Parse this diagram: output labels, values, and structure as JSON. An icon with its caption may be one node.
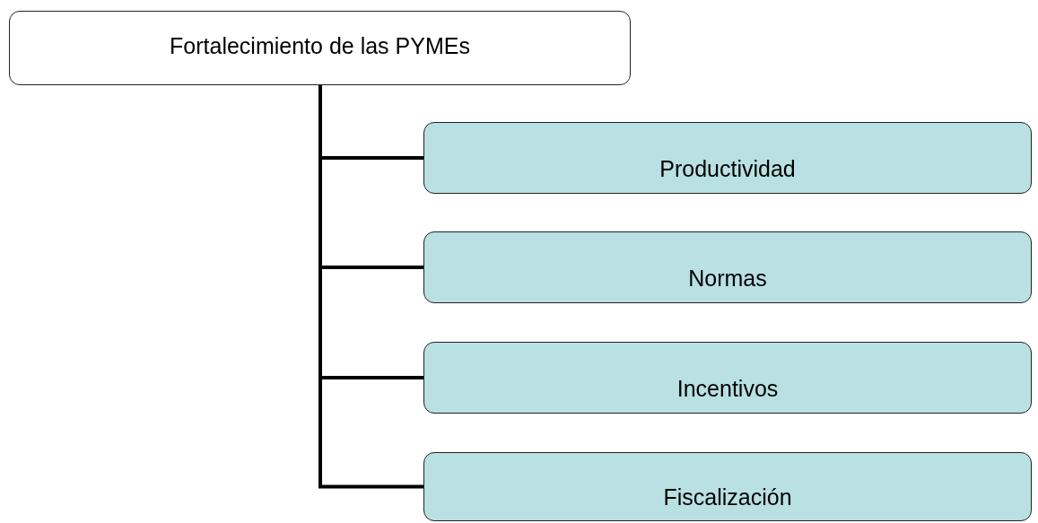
{
  "diagram": {
    "nodes": [
      {
        "text": [
          "Fortalecimiento de las PYMEs"
        ]
      },
      {
        "text": [
          "Productividad"
        ]
      },
      {
        "text": [
          "Normas"
        ]
      },
      {
        "text": [
          "Incentivos"
        ]
      },
      {
        "text": [
          "Fiscalización"
        ]
      }
    ],
    "edges": [
      {
        "from": 0,
        "to": 1,
        "arrow": "none"
      },
      {
        "from": 0,
        "to": 2,
        "arrow": "none"
      },
      {
        "from": 0,
        "to": 3,
        "arrow": "none"
      },
      {
        "from": 0,
        "to": 4,
        "arrow": "none"
      }
    ]
  }
}
